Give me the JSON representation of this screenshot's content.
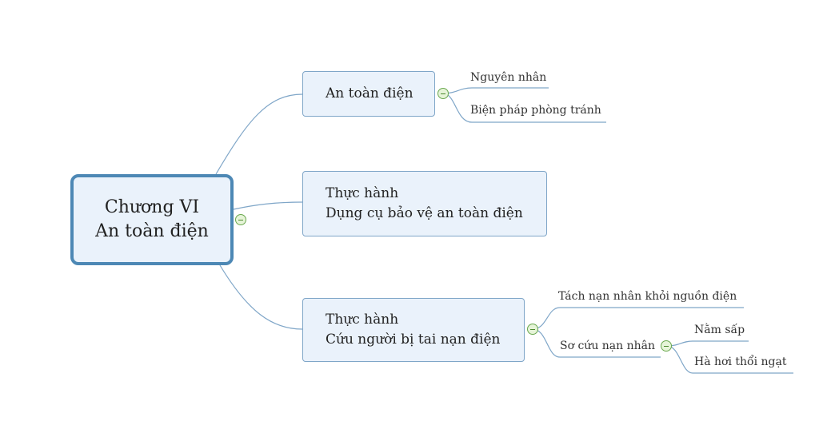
{
  "root": {
    "line1": "Chương VI",
    "line2": "An toàn điện"
  },
  "branches": [
    {
      "lines": [
        "An toàn điện"
      ],
      "children": [
        "Nguyên nhân",
        "Biện pháp phòng tránh"
      ]
    },
    {
      "lines": [
        "Thực hành",
        "Dụng cụ  bảo vệ an toàn điện"
      ],
      "children": []
    },
    {
      "lines": [
        "Thực hành",
        "Cứu người bị tai nạn điện"
      ],
      "children": [
        "Tách nạn nhân khỏi nguồn điện",
        "Sơ cứu nạn nhân"
      ],
      "sub": [
        "Nằm sấp",
        "Hà hơi thổi ngạt"
      ]
    }
  ],
  "colors": {
    "link": "#7fa6c8",
    "root_border": "#4d88b5",
    "node_fill": "#eaf2fb",
    "toggle": "#6aa84f"
  },
  "icons": {
    "collapse": "minus-circle-icon"
  }
}
